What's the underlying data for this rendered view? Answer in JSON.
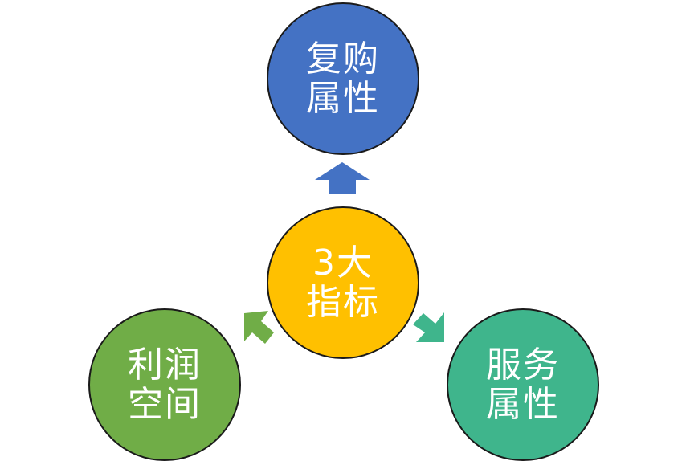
{
  "nodes": {
    "top": {
      "line1": "复购",
      "line2": "属性"
    },
    "center": {
      "line1": "3大",
      "line2": "指标"
    },
    "left": {
      "line1": "利润",
      "line2": "空间"
    },
    "right": {
      "line1": "服务",
      "line2": "属性"
    }
  },
  "colors": {
    "top": "#4472C4",
    "center": "#FFC000",
    "left": "#70AD47",
    "right": "#3FB58C",
    "outline": "#1A1A1A"
  },
  "icons": {
    "top_arrow": "arrow-up-icon",
    "left_arrow": "arrow-down-left-icon",
    "right_arrow": "arrow-down-right-icon"
  }
}
